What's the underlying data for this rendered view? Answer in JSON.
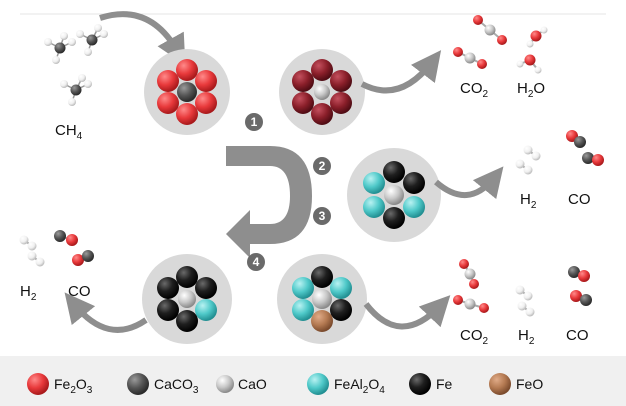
{
  "labels": {
    "ch4": "CH",
    "ch4_sub": "4",
    "co2_a": "CO",
    "co2_a_sub": "2",
    "h2o": "H",
    "h2o_sub": "2",
    "h2o_tail": "O",
    "h2_a": "H",
    "h2_a_sub": "2",
    "co_a": "CO",
    "h2_b": "H",
    "h2_b_sub": "2",
    "co_b": "CO",
    "co2_b": "CO",
    "co2_b_sub": "2",
    "h2_c": "H",
    "h2_c_sub": "2",
    "co_c": "CO"
  },
  "steps": [
    "1",
    "2",
    "3",
    "4"
  ],
  "legend": [
    {
      "name": "Fe",
      "sub": "2",
      "tail": "O",
      "sub2": "3",
      "color": "#e8393b"
    },
    {
      "name": "CaCO",
      "sub": "3",
      "tail": "",
      "sub2": "",
      "color": "#555555"
    },
    {
      "name": "CaO",
      "sub": "",
      "tail": "",
      "sub2": "",
      "color": "#bdbdbd"
    },
    {
      "name": "FeAl",
      "sub": "2",
      "tail": "O",
      "sub2": "4",
      "color": "#4fc9c9"
    },
    {
      "name": "Fe",
      "sub": "",
      "tail": "",
      "sub2": "",
      "color": "#1a1a1a"
    },
    {
      "name": "FeO",
      "sub": "",
      "tail": "",
      "sub2": "",
      "color": "#b47a52"
    }
  ],
  "colors": {
    "fe2o3": "#e8393b",
    "fe2o3_reduced": "#8b1f2a",
    "caco3": "#555555",
    "cao": "#bdbdbd",
    "feal2o4": "#4fc9c9",
    "fe": "#1a1a1a",
    "feo": "#b47a52",
    "circle_bg": "#d9d9d9",
    "arrow": "#8e8e8e"
  }
}
